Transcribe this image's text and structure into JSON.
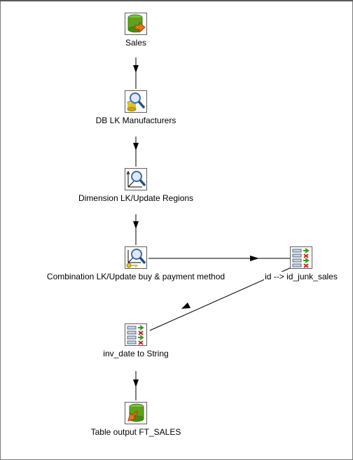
{
  "steps": [
    {
      "id": "sales",
      "label": "Sales",
      "icon": "table-input-icon"
    },
    {
      "id": "db-lk-manufacturers",
      "label": "DB LK Manufacturers",
      "icon": "database-lookup-icon"
    },
    {
      "id": "dim-lk-regions",
      "label": "Dimension LK/Update Regions",
      "icon": "dimension-lookup-icon"
    },
    {
      "id": "comb-lk",
      "label": "Combination LK/Update buy & payment method",
      "icon": "combination-lookup-icon"
    },
    {
      "id": "id-junk",
      "label": "id --> id_junk_sales",
      "icon": "select-values-icon"
    },
    {
      "id": "inv-date",
      "label": "inv_date to String",
      "icon": "select-values-icon"
    },
    {
      "id": "table-output",
      "label": "Table output FT_SALES",
      "icon": "table-output-icon"
    }
  ],
  "colors": {
    "hop": "#000000",
    "icon_border": "#5f5f5f",
    "db_green": "#5fa31a",
    "arrow_orange": "#e8741c",
    "magnifier": "#3a6ea5"
  }
}
